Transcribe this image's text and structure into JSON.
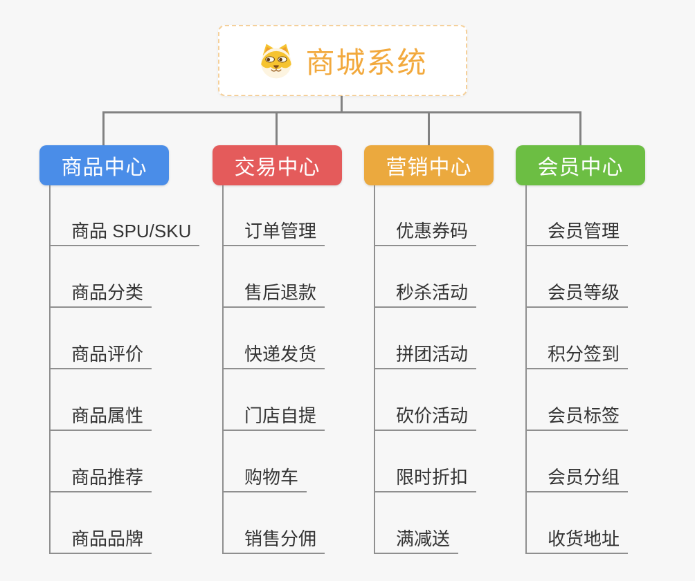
{
  "root": {
    "label": "商城系统",
    "icon": "doge-icon"
  },
  "colors": {
    "background": "#f7f7f7",
    "connector": "#828282",
    "leaf_line": "#8f8f8f",
    "root_text": "#f2a93d",
    "root_border": "#f5d09a",
    "leaf_text": "#333333"
  },
  "branches": [
    {
      "label": "商品中心",
      "color": "#4a8de8",
      "items": [
        "商品 SPU/SKU",
        "商品分类",
        "商品评价",
        "商品属性",
        "商品推荐",
        "商品品牌"
      ]
    },
    {
      "label": "交易中心",
      "color": "#e45b5b",
      "items": [
        "订单管理",
        "售后退款",
        "快递发货",
        "门店自提",
        "购物车",
        "销售分佣"
      ]
    },
    {
      "label": "营销中心",
      "color": "#eba93e",
      "items": [
        "优惠券码",
        "秒杀活动",
        "拼团活动",
        "砍价活动",
        "限时折扣",
        "满减送"
      ]
    },
    {
      "label": "会员中心",
      "color": "#6cbe43",
      "items": [
        "会员管理",
        "会员等级",
        "积分签到",
        "会员标签",
        "会员分组",
        "收货地址"
      ]
    }
  ]
}
